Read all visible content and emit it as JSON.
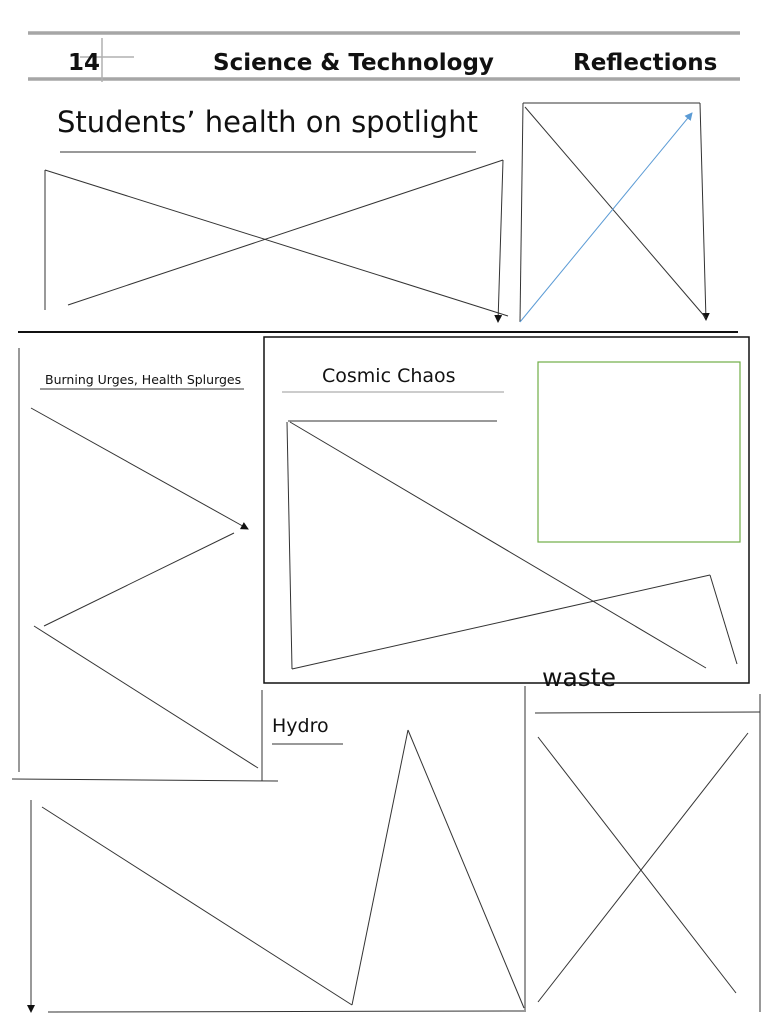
{
  "header": {
    "page_number": "14",
    "section": "Science & Technology",
    "column": "Reflections"
  },
  "articles": {
    "main_headline": "Students’ health on spotlight",
    "burning_headline": "Burning Urges, Health Splurges",
    "cosmic_headline": "Cosmic Chaos",
    "waste_headline": "waste",
    "hydro_headline": "Hydro"
  },
  "colors": {
    "rule_gray": "#a6a6a6",
    "line": "#333333",
    "frame_green": "#70ad47",
    "accent_blue": "#5b9bd5"
  }
}
